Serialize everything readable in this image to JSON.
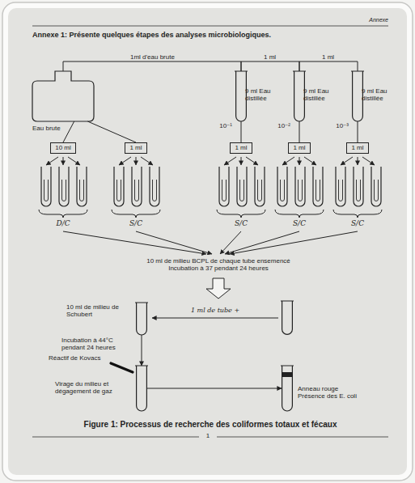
{
  "diagram": {
    "title": "Annexe 1: Présente quelques étapes des analyses microbiologiques.",
    "caption": "Figure 1: Processus de recherche des coliformes totaux et fécaux",
    "nodes": [
      {
        "text": [
          "Eau brute"
        ]
      },
      {
        "text": [
          "9 ml Eau distillée",
          "10⁻¹"
        ]
      },
      {
        "text": [
          "9 ml Eau distillée",
          "10⁻²"
        ]
      },
      {
        "text": [
          "9 ml Eau distillée",
          "10⁻³"
        ]
      },
      {
        "text": [
          "10 ml"
        ]
      },
      {
        "text": [
          "1 ml"
        ]
      },
      {
        "text": [
          "1 ml"
        ]
      },
      {
        "text": [
          "1 ml"
        ]
      },
      {
        "text": [
          "1 ml"
        ]
      },
      {
        "text": [
          "10 ml de milieu de Schubert"
        ]
      },
      {
        "text": [
          "Virage du milieu et dégagement de gaz"
        ]
      },
      {
        "text": [
          "Anneau rouge Présence des E. coli"
        ]
      }
    ],
    "edges": [
      {
        "from": 0,
        "to": 1,
        "label": "1ml d'eau brute",
        "arrow": "none"
      },
      {
        "from": 1,
        "to": 2,
        "label": "1 ml",
        "arrow": "none"
      },
      {
        "from": 2,
        "to": 3,
        "label": "1 ml",
        "arrow": "none"
      },
      {
        "from": 0,
        "to": 4,
        "arrow": "none"
      },
      {
        "from": 0,
        "to": 5,
        "arrow": "none"
      },
      {
        "from": 1,
        "to": 6,
        "arrow": "none"
      },
      {
        "from": 2,
        "to": 7,
        "arrow": "none"
      },
      {
        "from": 3,
        "to": 8,
        "arrow": "none"
      },
      {
        "from": 9,
        "to": 10,
        "label": "Incubation à 44°C pendant 24 heures",
        "arrow": "to"
      },
      {
        "from": 10,
        "to": 11,
        "arrow": "to"
      }
    ],
    "labels": [
      "Annexe",
      "D/C",
      "S/C",
      "S/C",
      "S/C",
      "S/C",
      "10 ml de milieu BCPL de chaque tube ensemencé Incubation à 37 pendant 24 heures",
      "1 ml de tube +",
      "Réactif de Kovacs",
      "1"
    ]
  }
}
